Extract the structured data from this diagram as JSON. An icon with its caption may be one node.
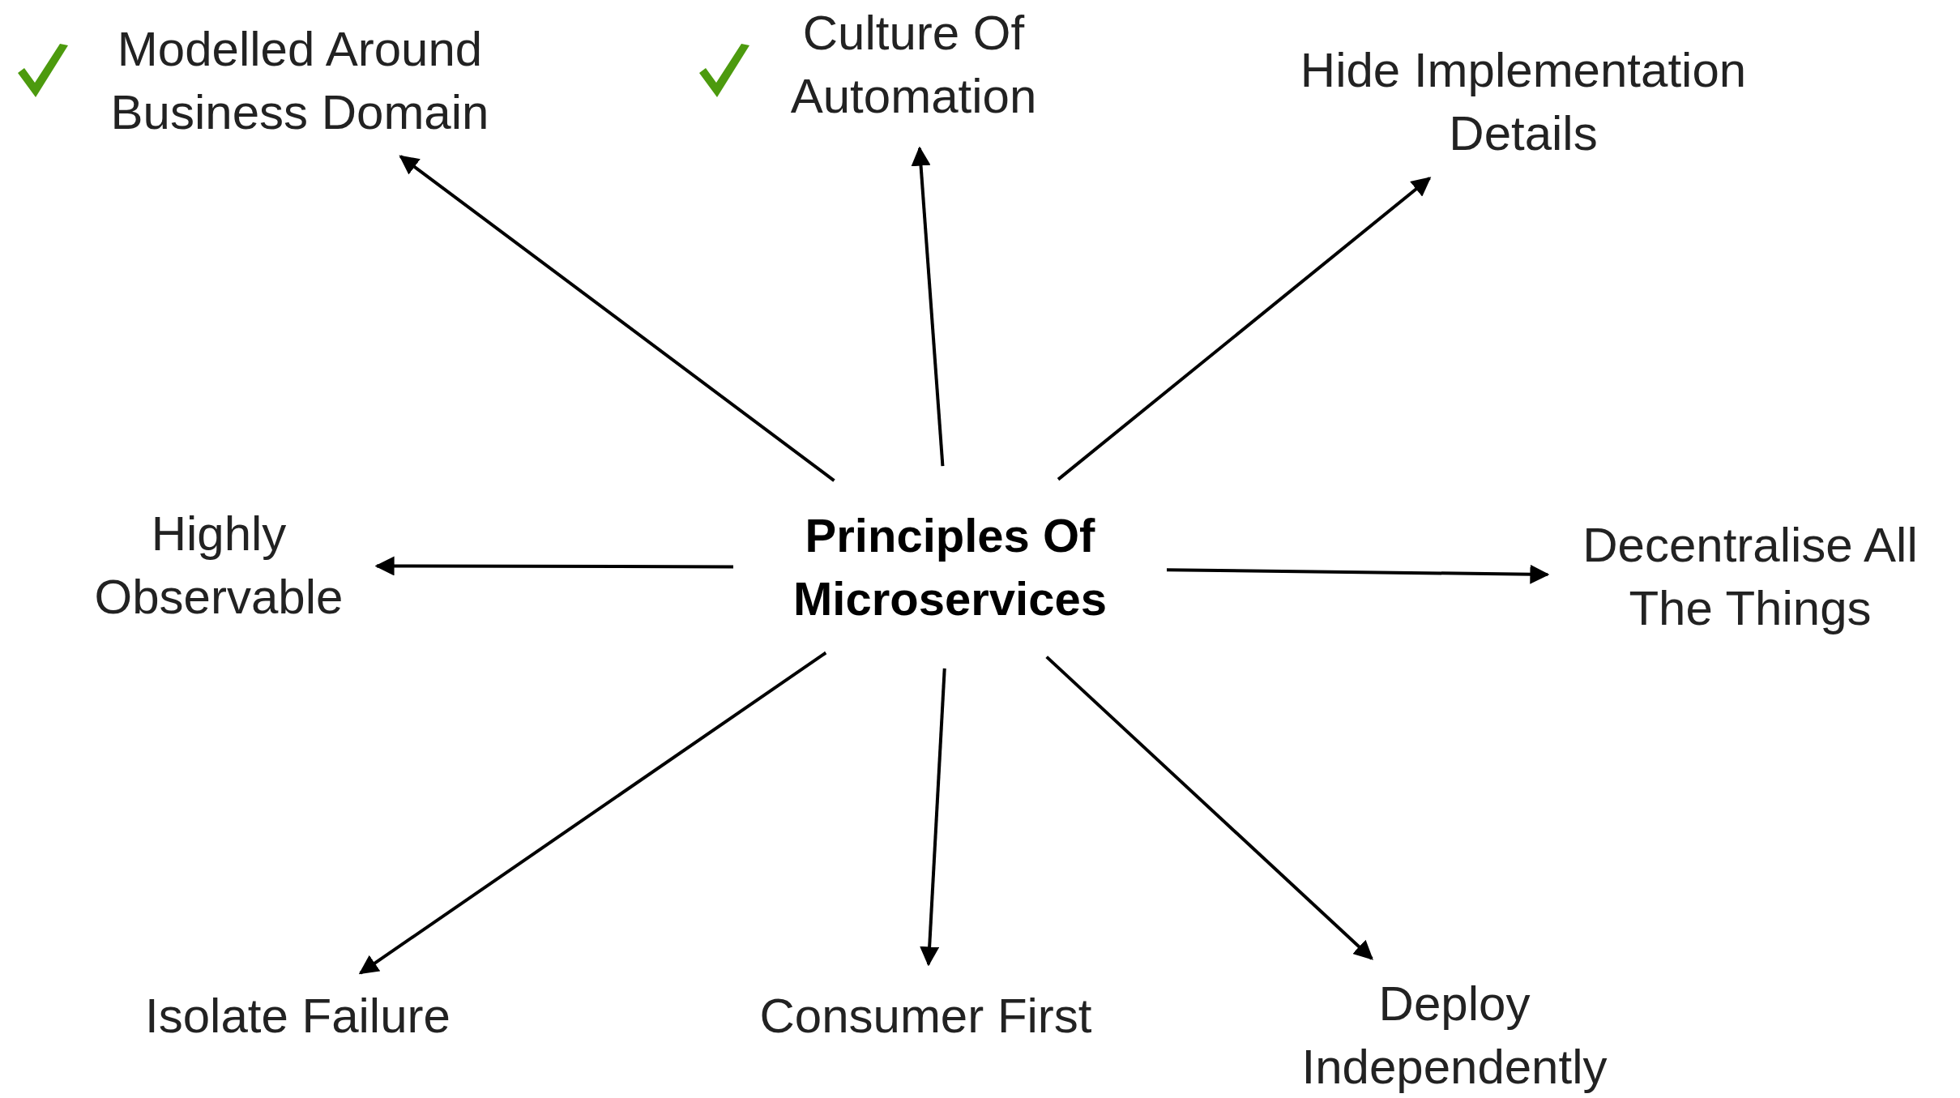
{
  "diagram": {
    "nodes": [
      {
        "text": [
          "Principles Of Microservices"
        ]
      },
      {
        "text": [
          "Modelled Around Business Domain"
        ]
      },
      {
        "text": [
          "Culture Of Automation"
        ]
      },
      {
        "text": [
          "Hide Implementation Details"
        ]
      },
      {
        "text": [
          "Highly Observable"
        ]
      },
      {
        "text": [
          "Decentralise All The Things"
        ]
      },
      {
        "text": [
          "Isolate Failure"
        ]
      },
      {
        "text": [
          "Consumer First"
        ]
      },
      {
        "text": [
          "Deploy Independently"
        ]
      }
    ],
    "edges": [
      {
        "from": 0,
        "to": 1,
        "arrow": "to"
      },
      {
        "from": 0,
        "to": 2,
        "arrow": "to"
      },
      {
        "from": 0,
        "to": 3,
        "arrow": "to"
      },
      {
        "from": 0,
        "to": 4,
        "arrow": "to"
      },
      {
        "from": 0,
        "to": 5,
        "arrow": "to"
      },
      {
        "from": 0,
        "to": 6,
        "arrow": "to"
      },
      {
        "from": 0,
        "to": 7,
        "arrow": "to"
      },
      {
        "from": 0,
        "to": 8,
        "arrow": "to"
      }
    ]
  }
}
